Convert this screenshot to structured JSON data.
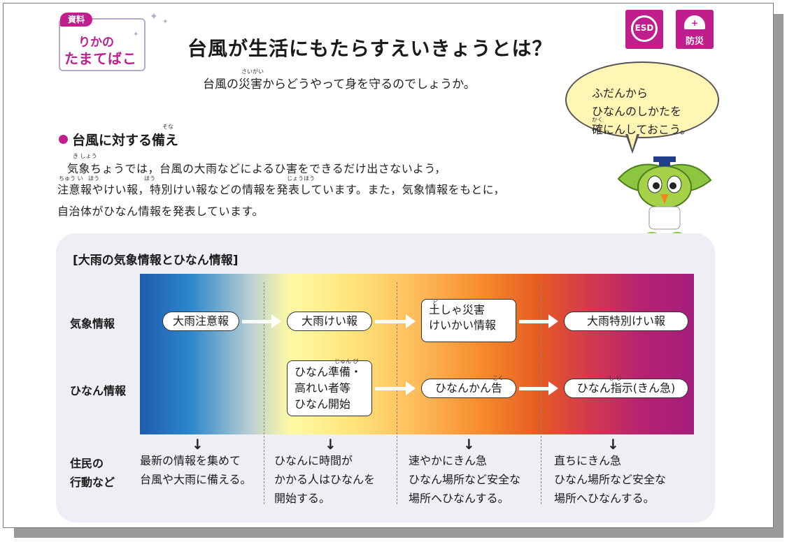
{
  "header": {
    "badge_tag": "資料",
    "badge_line1": "りかの",
    "badge_line2": "たまてばこ",
    "title": "台風が生活にもたらすえいきょうとは？",
    "subtitle": "台風の災害からどうやって身を守るのでしょうか。",
    "subtitle_ruby": "さいがい",
    "icon_esd": "ESD",
    "icon_bousai": "防災"
  },
  "speech": {
    "lines": [
      "ふだんから",
      "ひなんのしかたを",
      "確にんしておこう。"
    ],
    "ruby": "かく"
  },
  "section": {
    "heading": "台風に対する備え",
    "heading_ruby": "そな",
    "lines": [
      "気象ちょうでは，台風の大雨などによるひ害をできるだけ出さないよう，",
      "注意報やけい報，特別けい報などの情報を発表しています。また，気象情報をもとに，",
      "自治体がひなん情報を発表しています。"
    ],
    "ruby_kishou": "き しょう",
    "ruby_chuui": "ちゅう い",
    "ruby_hou1": "ほう",
    "ruby_hou2": "ほう",
    "ruby_jouhou": "じょうほう"
  },
  "diagram": {
    "title": "[大雨の気象情報とひなん情報]",
    "row_weather": "気象情報",
    "row_evac": "ひなん情報",
    "row_action": [
      "住民の",
      "行動など"
    ],
    "weather": [
      "大雨注意報",
      "大雨けい報",
      "土しゃ災害",
      "けいかい情報",
      "大雨特別けい報"
    ],
    "ruby_do": "ど",
    "evac": [
      "ひなん準備・",
      "高れい者等",
      "ひなん開始",
      "ひなんかん告",
      "ひなん指示(きん急)"
    ],
    "ruby_junbi": "じゅん び",
    "ruby_koku": "こく",
    "ruby_shiji": "し じ",
    "actions": [
      [
        "最新の情報を集めて",
        "台風や大雨に備える。"
      ],
      [
        "ひなんに時間が",
        "かかる人はひなんを",
        "開始する。"
      ],
      [
        "速やかにきん急",
        "ひなん場所など安全な",
        "場所へひなんする。"
      ],
      [
        "直ちにきん急",
        "ひなん場所など安全な",
        "場所へひなんする。"
      ]
    ],
    "down_arrow": "↓",
    "colors": {
      "accent": "#c01e8c",
      "blue": "#1f5cae",
      "yellow": "#fffaa6",
      "orange": "#f58a2c",
      "magenta": "#a41c7c"
    }
  }
}
